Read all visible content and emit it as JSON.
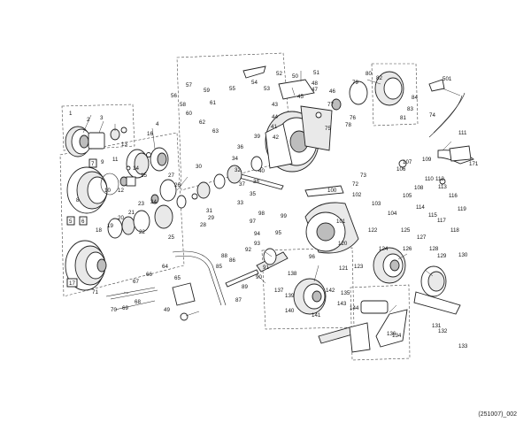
{
  "reference_code": "(251007)_002",
  "boxed_labels": [
    "5",
    "6",
    "7",
    "17"
  ],
  "labels": [
    "1",
    "2",
    "3",
    "4",
    "8",
    "9",
    "10",
    "11",
    "12",
    "13",
    "14",
    "15",
    "16",
    "18",
    "19",
    "20",
    "21",
    "22",
    "23",
    "24",
    "25",
    "26",
    "27",
    "28",
    "29",
    "30",
    "31",
    "32",
    "33",
    "34",
    "35",
    "36",
    "37",
    "38",
    "39",
    "40",
    "41",
    "42",
    "43",
    "44",
    "45",
    "46",
    "47",
    "48",
    "49",
    "50",
    "51",
    "52",
    "53",
    "54",
    "55",
    "56",
    "57",
    "58",
    "59",
    "60",
    "61",
    "62",
    "63",
    "64",
    "65",
    "66",
    "67",
    "68",
    "69",
    "70",
    "71",
    "72",
    "73",
    "74",
    "75",
    "76",
    "77",
    "78",
    "79",
    "80",
    "81",
    "82",
    "83",
    "84",
    "85",
    "86",
    "87",
    "88",
    "89",
    "90",
    "91",
    "92",
    "93",
    "94",
    "95",
    "96",
    "97",
    "98",
    "99",
    "100",
    "101",
    "102",
    "103",
    "104",
    "105",
    "106",
    "107",
    "108",
    "109",
    "110",
    "111",
    "112",
    "113",
    "114",
    "115",
    "116",
    "117",
    "118",
    "119",
    "120",
    "121",
    "122",
    "123",
    "124",
    "125",
    "126",
    "127",
    "128",
    "129",
    "130",
    "131",
    "132",
    "133",
    "134",
    "135",
    "136",
    "137",
    "138",
    "139",
    "140",
    "141",
    "142",
    "143",
    "144",
    "171",
    "501"
  ]
}
